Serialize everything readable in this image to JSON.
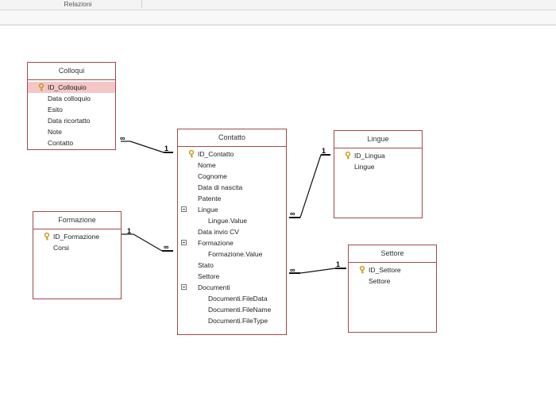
{
  "ribbon": {
    "group_label": "Relazioni"
  },
  "tables": {
    "colloqui": {
      "title": "Colloqui",
      "fields": [
        "ID_Colloquio",
        "Data colloquio",
        "Esito",
        "Data ricortatto",
        "Note",
        "Contatto"
      ]
    },
    "contatto": {
      "title": "Contatto",
      "fields": [
        "ID_Contatto",
        "Nome",
        "Cognome",
        "Data di nascita",
        "Patente",
        "Lingue",
        "Lingue.Value",
        "Data invio CV",
        "Formazione",
        "Formazione.Value",
        "Stato",
        "Settore",
        "Documenti",
        "Documenti.FileData",
        "Documenti.FileName",
        "Documenti.FileType"
      ]
    },
    "lingue": {
      "title": "Lingue",
      "fields": [
        "ID_Lingua",
        "Lingue"
      ]
    },
    "formazione": {
      "title": "Formazione",
      "fields": [
        "ID_Formazione",
        "Corsi"
      ]
    },
    "settore": {
      "title": "Settore",
      "fields": [
        "ID_Settore",
        "Settore"
      ]
    }
  },
  "relationships": {
    "one_symbol": "1",
    "many_symbol": "∞",
    "links": [
      {
        "from": "colloqui.Contatto",
        "to": "contatto.ID_Contatto"
      },
      {
        "from": "contatto.Lingue",
        "to": "lingue.ID_Lingua"
      },
      {
        "from": "contatto.Formazione",
        "to": "formazione.ID_Formazione"
      },
      {
        "from": "contatto.Settore",
        "to": "settore.ID_Settore"
      }
    ]
  },
  "colors": {
    "table_border": "#a04a4a",
    "selected_row": "#f4c6c6",
    "key_icon": "#d4a017"
  }
}
